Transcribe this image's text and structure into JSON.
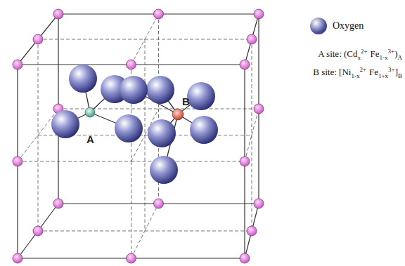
{
  "diagram": {
    "labels": [
      "A",
      "B",
      "A site: (Cd",
      "x",
      "2+",
      "Fe",
      "1-x",
      "3+",
      ")",
      "A",
      "B site: [Ni",
      "1-x",
      "2+",
      "Fe",
      "1+x",
      "3+",
      "]",
      "B"
    ],
    "legend": [
      {
        "text": "Oxygen",
        "color": "#4b4f9c"
      }
    ]
  }
}
